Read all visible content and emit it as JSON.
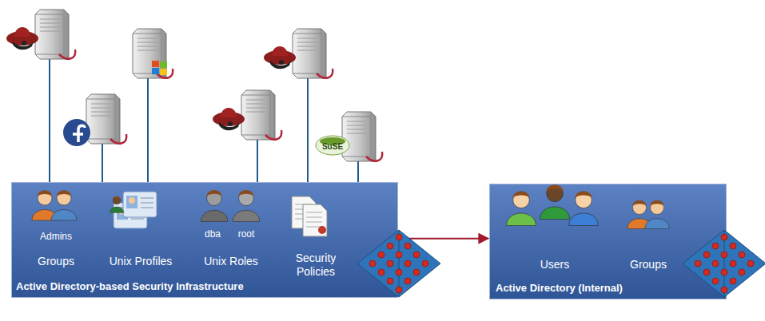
{
  "diagram": {
    "nodes": [
      {
        "text": [
          "Active Directory-based Security Infrastructure"
        ]
      },
      {
        "text": [
          "Active Directory (Internal)"
        ]
      }
    ],
    "edges": [
      {
        "from": 0,
        "to": 1,
        "arrow": "to"
      }
    ],
    "labels": [
      "Admins",
      "Groups",
      "Unix Profiles",
      "dba",
      "root",
      "Unix Roles",
      "Security Policies",
      "Users",
      "Groups",
      "SuSE"
    ]
  }
}
